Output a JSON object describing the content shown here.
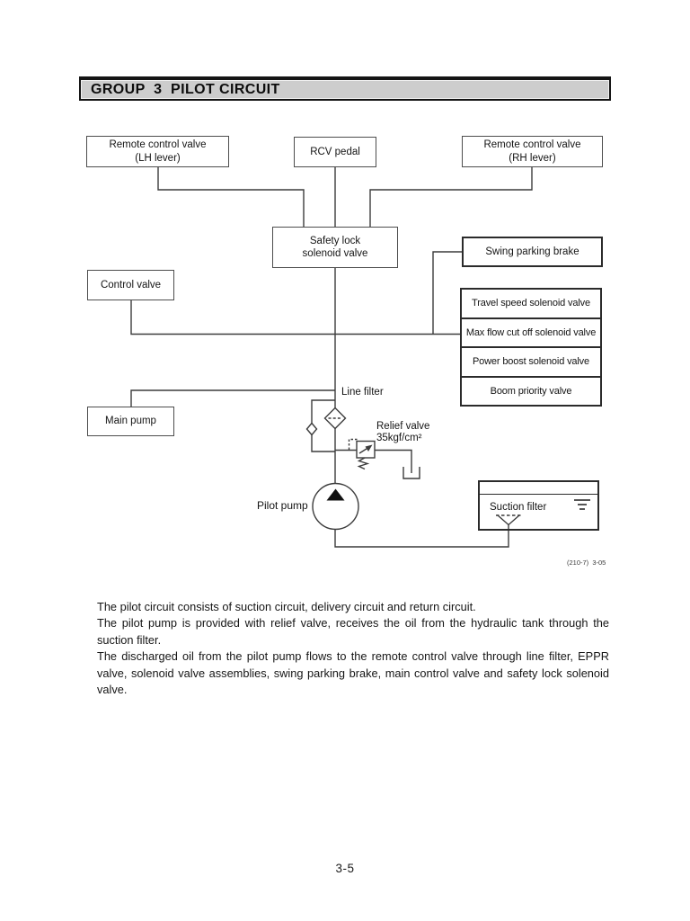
{
  "header": {
    "title": "GROUP  3  PILOT CIRCUIT"
  },
  "diagram": {
    "boxes": {
      "remote_lh": {
        "line1": "Remote control valve",
        "line2": "(LH lever)"
      },
      "rcv_pedal": "RCV pedal",
      "remote_rh": {
        "line1": "Remote control valve",
        "line2": "(RH lever)"
      },
      "safety_lock": {
        "line1": "Safety lock",
        "line2": "solenoid valve"
      },
      "swing_parking_brake": "Swing parking brake",
      "control_valve": "Control valve",
      "main_pump": "Main pump",
      "solenoid_stack": [
        "Travel speed solenoid valve",
        "Max flow cut off solenoid valve",
        "Power boost solenoid valve",
        "Boom priority valve"
      ],
      "suction_filter": "Suction filter"
    },
    "labels": {
      "line_filter": "Line filter",
      "relief_valve": "Relief valve",
      "relief_pressure": "35kgf/cm²",
      "pilot_pump": "Pilot pump",
      "footnote": "(210-7)  3-05"
    },
    "colors": {
      "line": "#3c3c3c",
      "header_fill": "#cdcdcd",
      "box_border": "#4d4d4d"
    }
  },
  "body": {
    "lines": [
      "The pilot circuit consists of suction circuit, delivery circuit and return circuit.",
      "The pilot pump is provided with relief valve, receives the oil from the hydraulic tank through the",
      "suction filter.",
      "The discharged oil from the pilot pump flows to the remote control valve through line filter, EPPR",
      "valve, solenoid valve assemblies, swing parking brake, main control valve and safety lock solenoid",
      "valve."
    ]
  },
  "footer": {
    "page_number": "3-5"
  }
}
